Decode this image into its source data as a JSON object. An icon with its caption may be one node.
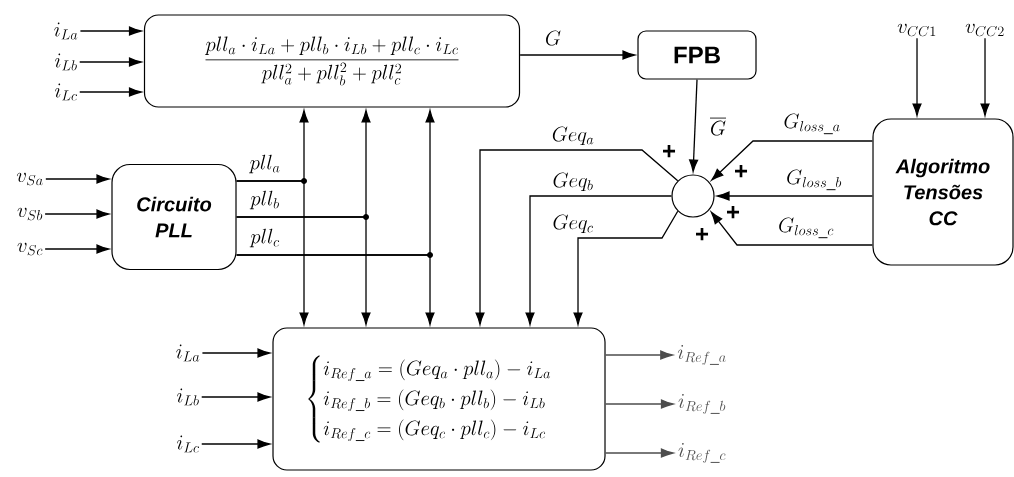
{
  "diagram": {
    "nodes": [
      {
        "text": [
          "\\frac{pll_a\\cdot i_{La}+pll_b\\cdot i_{Lb}+pll_c\\cdot i_{Lc}}{pll_a^2+pll_b^2+pll_c^2}"
        ]
      },
      {
        "text": [
          "FPB"
        ]
      },
      {
        "text": [
          "Circuito PLL"
        ]
      },
      {
        "text": [],
        "shape": "circle"
      },
      {
        "text": [
          "Algoritmo Tensões CC"
        ]
      },
      {
        "text": [
          "\\begin{cases} i_{Ref\\_a}=(Geq_a\\cdot pll_a)-i_{La}\\\\ i_{Ref\\_b}=(Geq_b\\cdot pll_b)-i_{Lb}\\\\ i_{Ref\\_c}=(Geq_c\\cdot pll_c)-i_{Lc}\\end{cases}"
        ]
      },
      {
        "text": [
          "i_{La}"
        ]
      },
      {
        "text": [
          "i_{Lb}"
        ]
      },
      {
        "text": [
          "i_{Lc}"
        ]
      },
      {
        "text": [
          "v_{Sa}"
        ]
      },
      {
        "text": [
          "v_{Sb}"
        ]
      },
      {
        "text": [
          "v_{Sc}"
        ]
      },
      {
        "text": [
          "v_{CC1}"
        ]
      },
      {
        "text": [
          "v_{CC2}"
        ]
      },
      {
        "text": [
          "i_{La}"
        ]
      },
      {
        "text": [
          "i_{Lb}"
        ]
      },
      {
        "text": [
          "i_{Lc}"
        ]
      },
      {
        "text": [
          "i_{Ref\\_a}"
        ]
      },
      {
        "text": [
          "i_{Ref\\_b}"
        ]
      },
      {
        "text": [
          "i_{Ref\\_c}"
        ]
      }
    ],
    "edges": [
      {
        "from": 6,
        "to": 0,
        "arrow": "to"
      },
      {
        "from": 7,
        "to": 0,
        "arrow": "to"
      },
      {
        "from": 8,
        "to": 0,
        "arrow": "to"
      },
      {
        "from": 0,
        "to": 1,
        "arrow": "to",
        "label": "G"
      },
      {
        "from": 1,
        "to": 3,
        "arrow": "to",
        "label": "\\overline{G}"
      },
      {
        "from": 9,
        "to": 2,
        "arrow": "to"
      },
      {
        "from": 10,
        "to": 2,
        "arrow": "to"
      },
      {
        "from": 11,
        "to": 2,
        "arrow": "to"
      },
      {
        "from": 2,
        "to": 0,
        "arrow": "to",
        "label": "pll_a"
      },
      {
        "from": 2,
        "to": 5,
        "arrow": "to"
      },
      {
        "from": 2,
        "to": 0,
        "arrow": "to",
        "label": "pll_b"
      },
      {
        "from": 2,
        "to": 5,
        "arrow": "to"
      },
      {
        "from": 2,
        "to": 0,
        "arrow": "to",
        "label": "pll_c"
      },
      {
        "from": 2,
        "to": 5,
        "arrow": "to"
      },
      {
        "from": 3,
        "to": 5,
        "arrow": "to",
        "label": "Geq_a"
      },
      {
        "from": 3,
        "to": 5,
        "arrow": "to",
        "label": "Geq_b"
      },
      {
        "from": 3,
        "to": 5,
        "arrow": "to",
        "label": "Geq_c"
      },
      {
        "from": 4,
        "to": 3,
        "arrow": "to",
        "label": "G_{loss\\_a}"
      },
      {
        "from": 4,
        "to": 3,
        "arrow": "to",
        "label": "G_{loss\\_b}"
      },
      {
        "from": 4,
        "to": 3,
        "arrow": "to",
        "label": "G_{loss\\_c}"
      },
      {
        "from": 12,
        "to": 4,
        "arrow": "to"
      },
      {
        "from": 13,
        "to": 4,
        "arrow": "to"
      },
      {
        "from": 14,
        "to": 5,
        "arrow": "to"
      },
      {
        "from": 15,
        "to": 5,
        "arrow": "to"
      },
      {
        "from": 16,
        "to": 5,
        "arrow": "to"
      },
      {
        "from": 5,
        "to": 17,
        "arrow": "to",
        "color": "#4d4d4d"
      },
      {
        "from": 5,
        "to": 18,
        "arrow": "to",
        "color": "#4d4d4d"
      },
      {
        "from": 5,
        "to": 19,
        "arrow": "to",
        "color": "#4d4d4d"
      }
    ],
    "labels": [
      "+",
      "+",
      "+",
      "+"
    ]
  }
}
